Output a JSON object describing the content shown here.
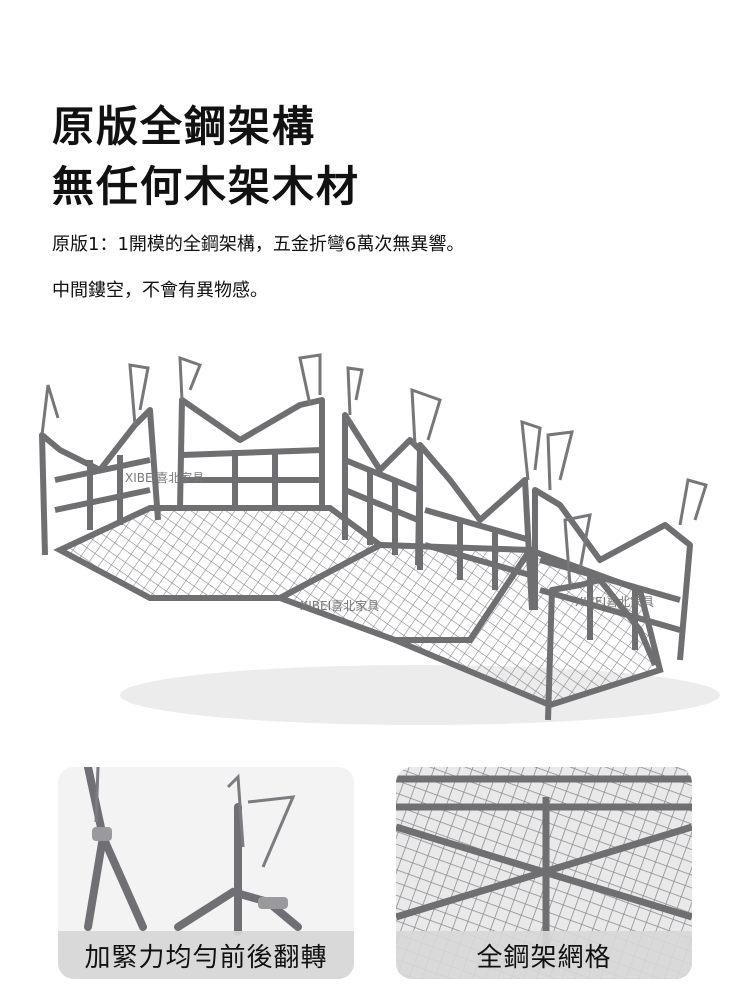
{
  "headline": {
    "line1": "原版全鋼架構",
    "line2": "無任何木架木材"
  },
  "description": {
    "line1": "原版1：1開模的全鋼架構，五金折彎6萬次無異響。",
    "line2": "中間鏤空，不會有異物感。"
  },
  "watermarks": [
    "XIBEI喜北家具",
    "XIBEI喜北家具",
    "XIBEI喜北家具"
  ],
  "features": [
    {
      "caption": "加緊力均勻前後翻轉"
    },
    {
      "caption": "全鋼架網格"
    }
  ],
  "colors": {
    "frame": "#6f6f72",
    "mesh": "#8a8a8e",
    "caption_bg": "#d7d7d7"
  }
}
